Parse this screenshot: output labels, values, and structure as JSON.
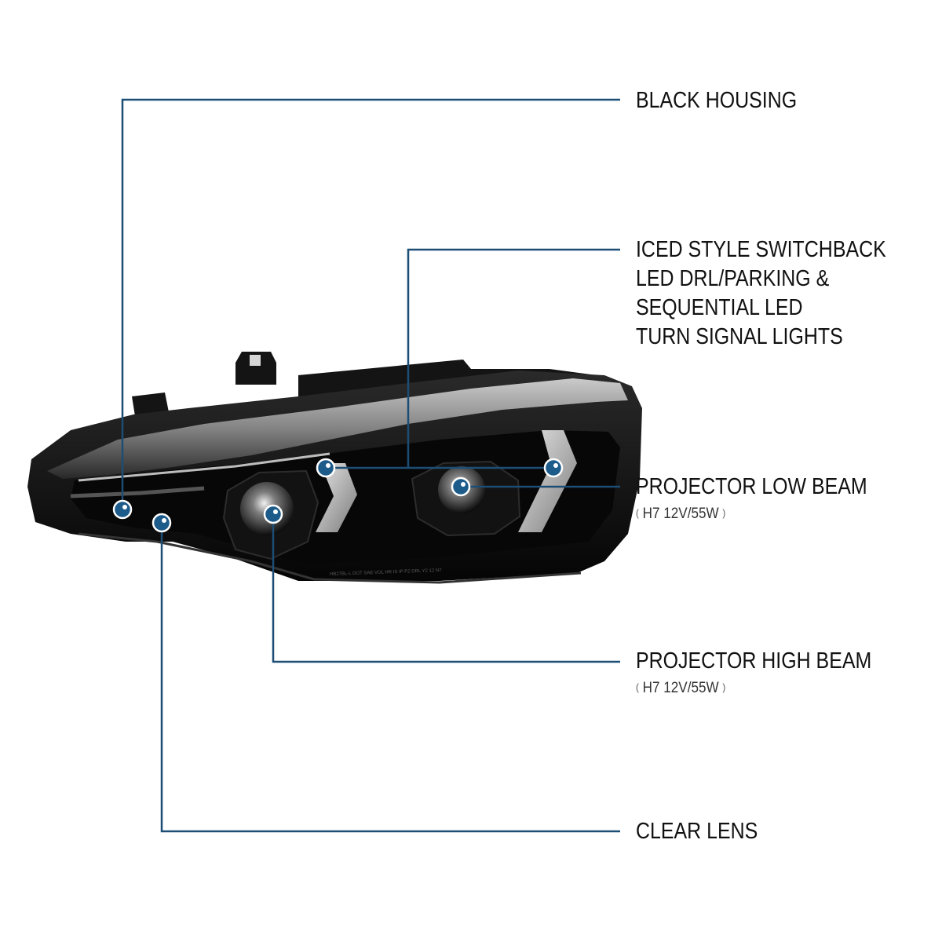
{
  "colors": {
    "leader_line": "#1c4e75",
    "marker_fill": "#1c5b8a",
    "marker_ring": "#ffffff",
    "label_text": "#111111",
    "lens_code_text": "#5a5a5a"
  },
  "callouts": [
    {
      "id": "black-housing",
      "lines": [
        "BLACK HOUSING"
      ],
      "sub": null
    },
    {
      "id": "switchback-led",
      "lines": [
        "ICED STYLE SWITCHBACK",
        "LED DRL/PARKING &",
        "SEQUENTIAL LED",
        "TURN SIGNAL LIGHTS"
      ],
      "sub": null
    },
    {
      "id": "projector-low-beam",
      "lines": [
        "PROJECTOR LOW BEAM"
      ],
      "sub": {
        "open": "(",
        "text": "H7 12V/55W",
        "close": ")"
      }
    },
    {
      "id": "projector-high-beam",
      "lines": [
        "PROJECTOR HIGH BEAM"
      ],
      "sub": {
        "open": "(",
        "text": "H7 12V/55W",
        "close": ")"
      }
    },
    {
      "id": "clear-lens",
      "lines": [
        "CLEAR LENS"
      ],
      "sub": null
    }
  ],
  "lens_marking": "HB27BL-L  DOT  SAE VOL HR  IS IP  P2 DRL Y2 12 N7"
}
